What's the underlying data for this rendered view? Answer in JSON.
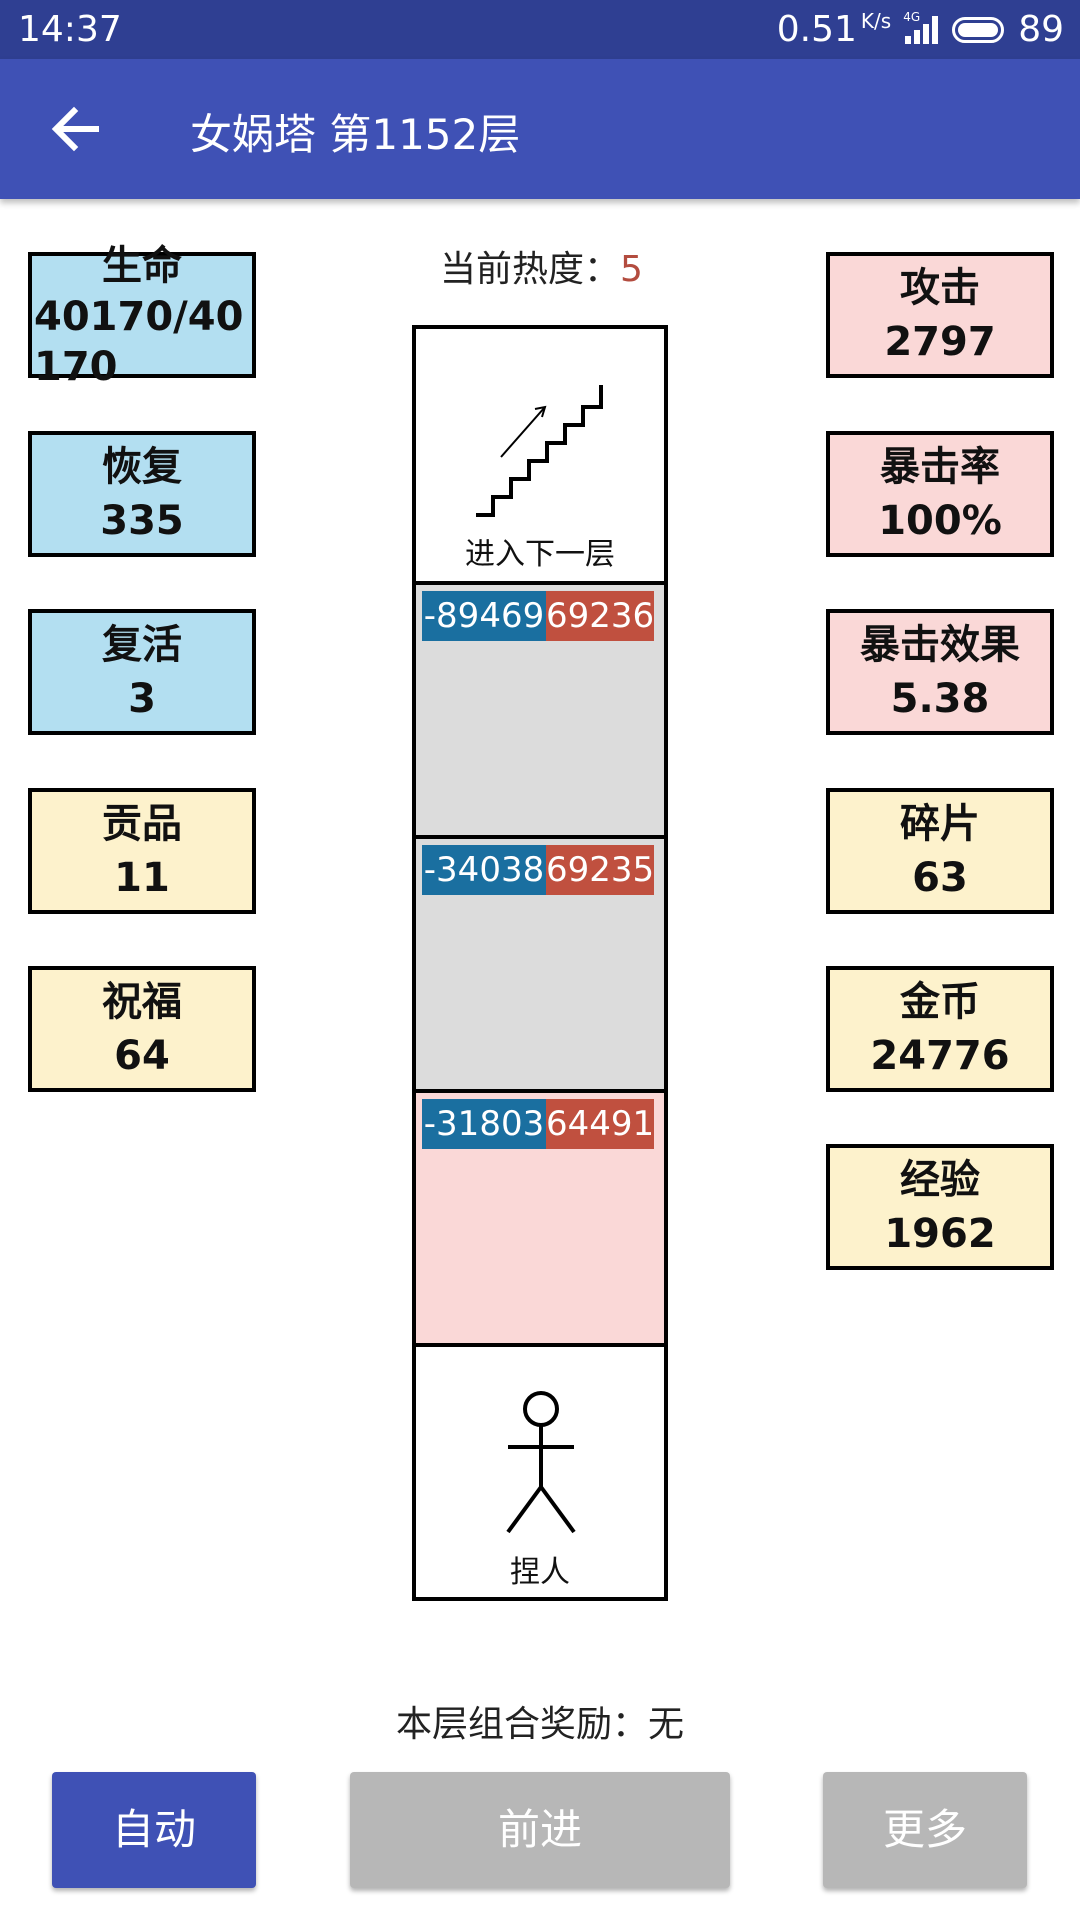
{
  "status_bar": {
    "time": "14:37",
    "speed": "0.51",
    "speed_unit": "K/s",
    "network": "4G",
    "battery": "89"
  },
  "app_bar": {
    "title": "女娲塔 第1152层",
    "back_icon": "arrow-left-icon"
  },
  "left_stats": [
    {
      "label": "生命",
      "value": "40170/40170"
    },
    {
      "label": "恢复",
      "value": "335"
    },
    {
      "label": "复活",
      "value": "3"
    },
    {
      "label": "贡品",
      "value": "11"
    },
    {
      "label": "祝福",
      "value": "64"
    }
  ],
  "right_stats": [
    {
      "label": "攻击",
      "value": "2797"
    },
    {
      "label": "暴击率",
      "value": "100%"
    },
    {
      "label": "暴击效果",
      "value": "5.38"
    },
    {
      "label": "碎片",
      "value": "63"
    },
    {
      "label": "金币",
      "value": "24776"
    },
    {
      "label": "经验",
      "value": "1962"
    }
  ],
  "heat": {
    "label": "当前热度：",
    "value": "5"
  },
  "tower": {
    "exit_label": "进入下一层",
    "exit_icon": "stairs-icon",
    "enemies": [
      {
        "attack": "-89469",
        "hp": "69236"
      },
      {
        "attack": "-34038",
        "hp": "69235"
      },
      {
        "attack": "-31803",
        "hp": "64491"
      }
    ],
    "player_label": "捏人",
    "player_icon": "stick-figure-icon"
  },
  "combo_reward": "本层组合奖励：无",
  "buttons": {
    "auto": "自动",
    "forward": "前进",
    "more": "更多"
  },
  "colors": {
    "app_bar": "#3f51b5",
    "status_bar": "#2f3f92",
    "stat_blue": "#b3dff1",
    "stat_pink": "#fad8d7",
    "stat_yellow": "#fdf2cc",
    "enemy_attack": "#1a6fa0",
    "enemy_hp": "#c0503f",
    "button_disabled": "#b7b7b7"
  }
}
